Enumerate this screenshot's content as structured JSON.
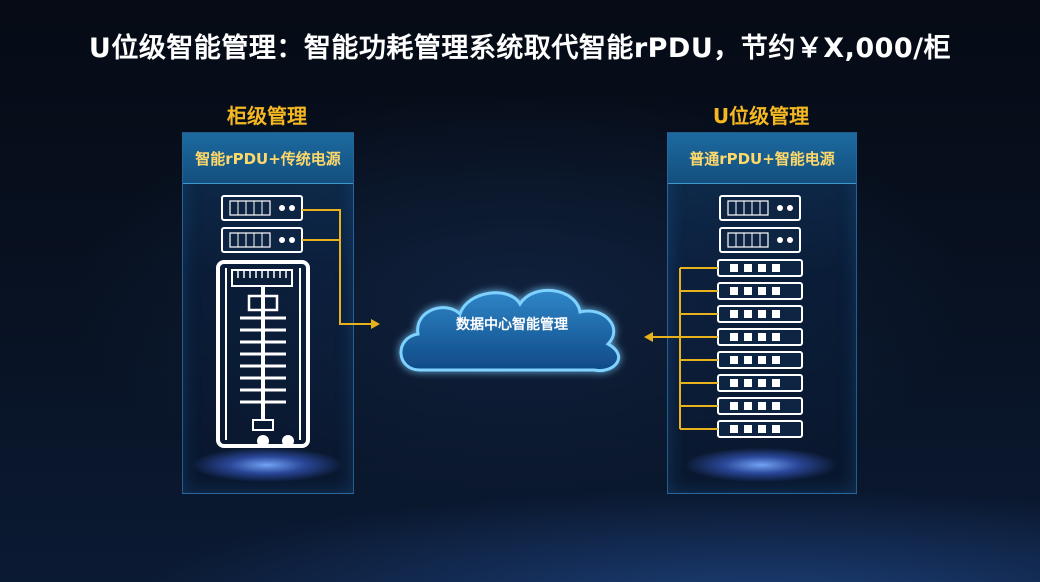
{
  "title": "U位级智能管理：智能功耗管理系统取代智能rPDU，节约￥X,000/柜",
  "left": {
    "title": "柜级管理",
    "header": "智能rPDU+传统电源"
  },
  "right": {
    "title": "U位级管理",
    "header": "普通rPDU+智能电源"
  },
  "cloud": {
    "label": "数据中心智能管理"
  },
  "colors": {
    "accent": "#f5b820",
    "connector": "#e8b21c",
    "header_text": "#ffd86a",
    "panel_border": "#3c96dc",
    "device": "#ffffff"
  }
}
